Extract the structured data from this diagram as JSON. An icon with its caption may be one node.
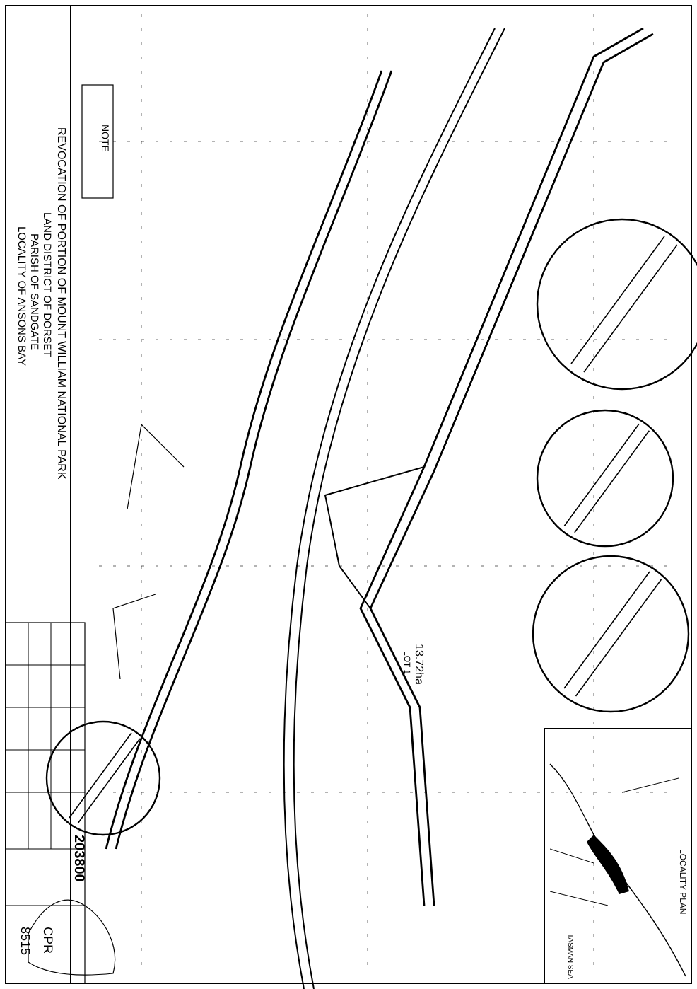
{
  "diagram": {
    "title": "REVOCATION OF PORTION OF MOUNT WILLIAM NATIONAL PARK",
    "labels": [
      "LAND DISTRICT OF DORSET",
      "PARISH OF SANDGATE",
      "LOCALITY OF ANSONS BAY",
      "NOTE",
      "LOT 1",
      "13.72ha",
      "203800",
      "CPR",
      "8515",
      "LOCALITY PLAN",
      "TASMAN SEA"
    ]
  }
}
